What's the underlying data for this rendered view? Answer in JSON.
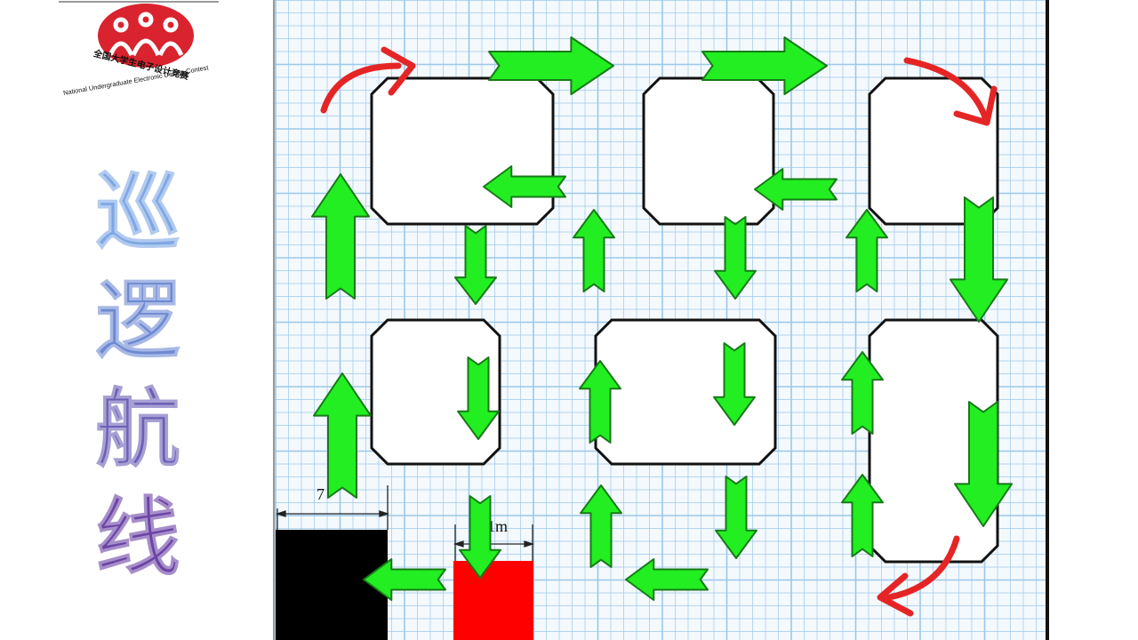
{
  "logo": {
    "text_cn": "全国大学生电子设计竞赛",
    "text_en": "National Undergraduate Electronic Design Contest",
    "color": "#d9232e"
  },
  "title": {
    "chars": [
      "巡",
      "逻",
      "航",
      "线"
    ],
    "colors": [
      "#7ea7e4",
      "#6d89d3",
      "#6b5fb6",
      "#6b44a6"
    ]
  },
  "map": {
    "grid_color": "#9cc7e8",
    "paper_color": "#f4f9fd",
    "obstacle_fill": "#ffffff",
    "obstacle_stroke": "#111111",
    "arrow_fill": "#22ee22",
    "arrow_stroke": "#167a16",
    "turn_arrow_color": "#e52525",
    "start_zone_color": "#ff0000",
    "black_zone_color": "#000000",
    "dim_left_label": "7",
    "dim_right_label": "1m",
    "straight_arrows": [
      "right",
      "right",
      "left",
      "left",
      "down",
      "up",
      "down",
      "up",
      "down",
      "up",
      "down",
      "up",
      "down",
      "up",
      "up",
      "down",
      "up",
      "down",
      "left",
      "left"
    ],
    "turn_arrows": [
      "clockwise-top-left",
      "clockwise-top-right",
      "clockwise-bottom-right"
    ]
  }
}
